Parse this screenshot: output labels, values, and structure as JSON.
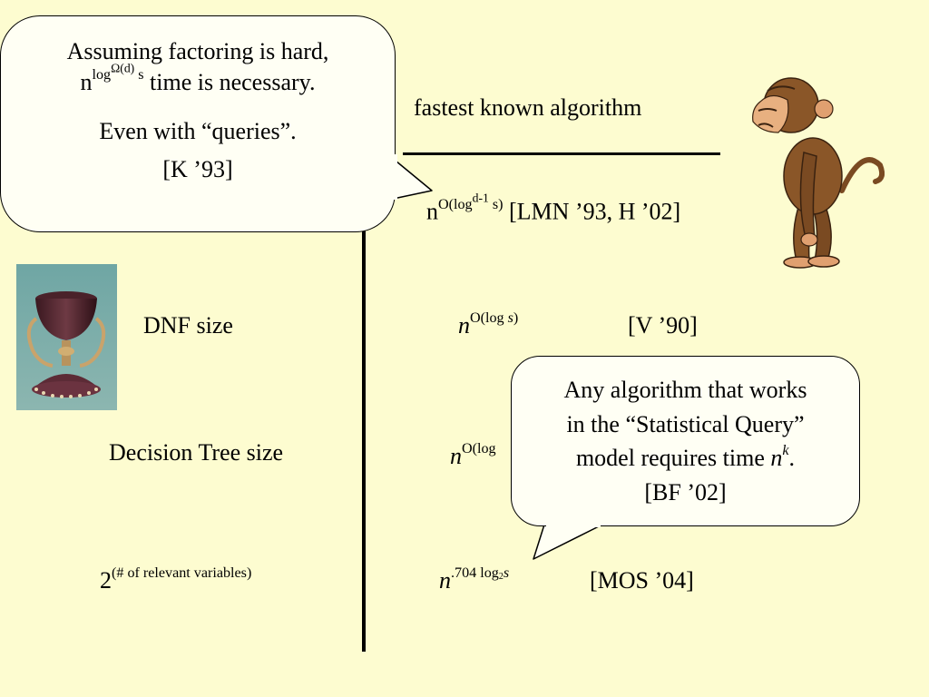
{
  "header": {
    "column_title": "fastest known algorithm"
  },
  "rows": [
    {
      "label": "DNF size",
      "bound_base": "n",
      "bound_exp_main": "O(log ",
      "bound_exp_var": "s",
      "bound_exp_end": ")",
      "citation": "[V ’90]"
    },
    {
      "label": "Decision Tree size",
      "bound_base": "n",
      "bound_exp_main": "O(log"
    },
    {
      "label_base": "2",
      "label_exp": "(# of relevant variables)",
      "bound_base": "n",
      "bound_exp_a": ".704",
      "bound_exp_b": "log",
      "bound_exp_sub": "2",
      "bound_exp_var": "s",
      "citation": "[MOS ’04]"
    }
  ],
  "top_result": {
    "base": "n",
    "exp_a": "O(log",
    "exp_b": "d-1",
    "exp_c": " s)",
    "citation": "[LMN ’93, H ’02]"
  },
  "bubble_left": {
    "line1": "Assuming factoring is hard,",
    "line2_base": "n",
    "line2_exp_a": "log",
    "line2_exp_b": "Ω(d)",
    "line2_exp_c": " s",
    "line2_rest": " time is necessary.",
    "line3": "Even with “queries”.",
    "line4": "[K ’93]"
  },
  "bubble_right": {
    "line1": "Any algorithm that works",
    "line2": "in the “Statistical Query”",
    "line3_pre": "model requires time ",
    "line3_base": "n",
    "line3_exp": "k",
    "line3_end": ".",
    "line4": "[BF ’02]"
  }
}
